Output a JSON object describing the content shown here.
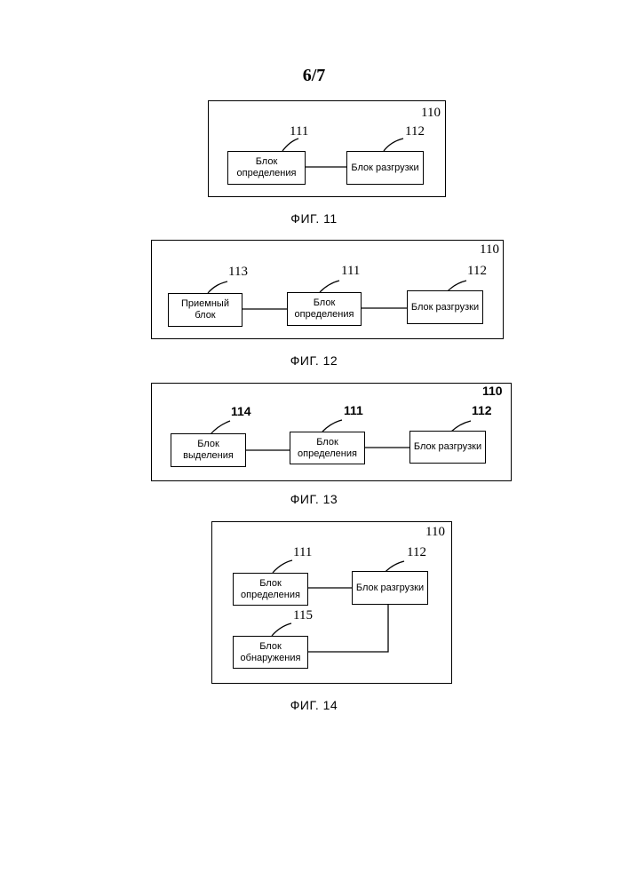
{
  "sheet": "6/7",
  "fig11": {
    "caption": "ФИГ. 11",
    "frame_ref": "110",
    "det_ref": "111",
    "det_label": "Блок\nопределения",
    "unl_ref": "112",
    "unl_label": "Блок разгрузки"
  },
  "fig12": {
    "caption": "ФИГ. 12",
    "frame_ref": "110",
    "rcv_ref": "113",
    "rcv_label": "Приемный\nблок",
    "det_ref": "111",
    "det_label": "Блок\nопределения",
    "unl_ref": "112",
    "unl_label": "Блок разгрузки"
  },
  "fig13": {
    "caption": "ФИГ. 13",
    "frame_ref": "110",
    "sel_ref": "114",
    "sel_label": "Блок\nвыделения",
    "det_ref": "111",
    "det_label": "Блок\nопределения",
    "unl_ref": "112",
    "unl_label": "Блок разгрузки"
  },
  "fig14": {
    "caption": "ФИГ. 14",
    "frame_ref": "110",
    "det_ref": "111",
    "det_label": "Блок\nопределения",
    "unl_ref": "112",
    "unl_label": "Блок разгрузки",
    "dtc_ref": "115",
    "dtc_label": "Блок\nобнаружения"
  }
}
